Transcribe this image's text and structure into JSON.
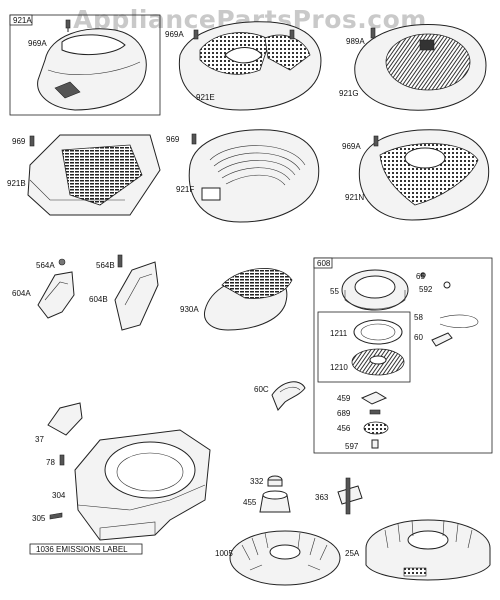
{
  "watermark": "AppliancePartsPros.com",
  "labels": {
    "l921A": "921A",
    "l969A_1": "969A",
    "l969A_2": "969A",
    "l921E": "921E",
    "l989A": "989A",
    "l921G": "921G",
    "l969_1": "969",
    "l921B": "921B",
    "l969_2": "969",
    "l921F": "921F",
    "l969A_3": "969A",
    "l921N": "921N",
    "l564A": "564A",
    "l604A": "604A",
    "l564B": "564B",
    "l604B": "604B",
    "l930A": "930A",
    "l608": "608",
    "l55": "55",
    "l65": "65",
    "l592": "592",
    "l58": "58",
    "l60": "60",
    "l1211": "1211",
    "l1210": "1210",
    "l60C": "60C",
    "l459": "459",
    "l689": "689",
    "l456": "456",
    "l597": "597",
    "l37": "37",
    "l78": "78",
    "l304": "304",
    "l305": "305",
    "l332": "332",
    "l455": "455",
    "l363": "363",
    "l1005": "1005",
    "l25A": "25A",
    "emissions": "1036 EMISSIONS LABEL"
  }
}
